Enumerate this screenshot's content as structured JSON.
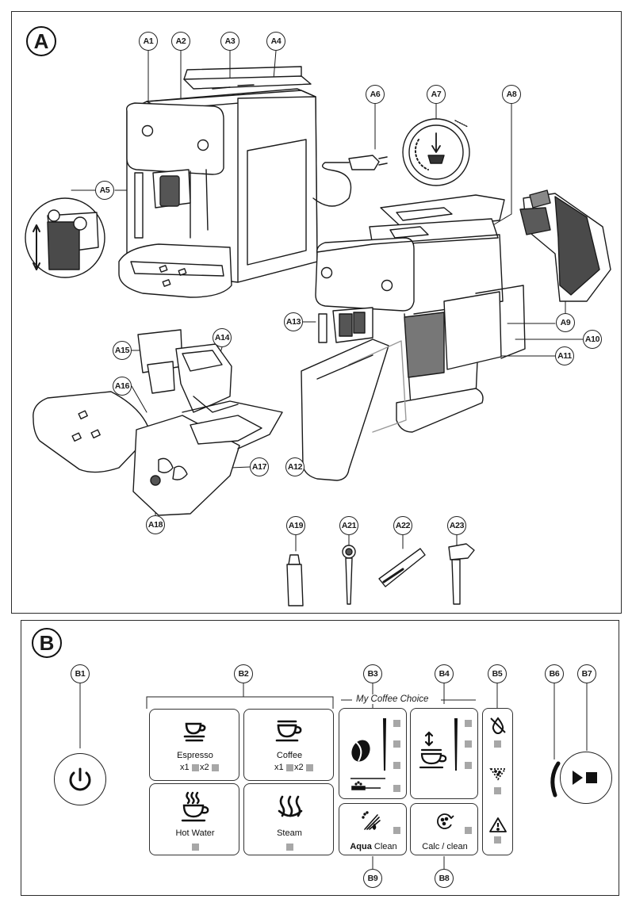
{
  "sections": {
    "a": "A",
    "b": "B"
  },
  "callouts_a": [
    "A1",
    "A2",
    "A3",
    "A4",
    "A5",
    "A6",
    "A7",
    "A8",
    "A9",
    "A10",
    "A11",
    "A12",
    "A13",
    "A14",
    "A15",
    "A16",
    "A17",
    "A18",
    "A19",
    "A21",
    "A22",
    "A23"
  ],
  "callouts_b": [
    "B1",
    "B2",
    "B3",
    "B4",
    "B5",
    "B6",
    "B7",
    "B8",
    "B9"
  ],
  "panel": {
    "group_title": "My Coffee Choice",
    "espresso": {
      "label": "Espresso",
      "x1": "x1",
      "x2": "x2"
    },
    "coffee": {
      "label": "Coffee",
      "x1": "x1",
      "x2": "x2"
    },
    "hot_water": {
      "label": "Hot Water"
    },
    "steam": {
      "label": "Steam"
    },
    "aqua_bold": "Aqua",
    "aqua_rest": " Clean",
    "calc": "Calc / clean"
  },
  "icons": [
    "power-icon",
    "espresso-cup-icon",
    "coffee-cup-icon",
    "hot-water-icon",
    "steam-icon",
    "coffee-bean-icon",
    "ground-coffee-icon",
    "cup-size-icon",
    "water-tank-icon",
    "grounds-container-icon",
    "warning-icon",
    "start-stop-icon",
    "aqua-clean-icon",
    "calc-clean-icon"
  ],
  "colors": {
    "line": "#1a1a1a",
    "led": "#a7a7a7",
    "frame": "#2b2b2b"
  }
}
